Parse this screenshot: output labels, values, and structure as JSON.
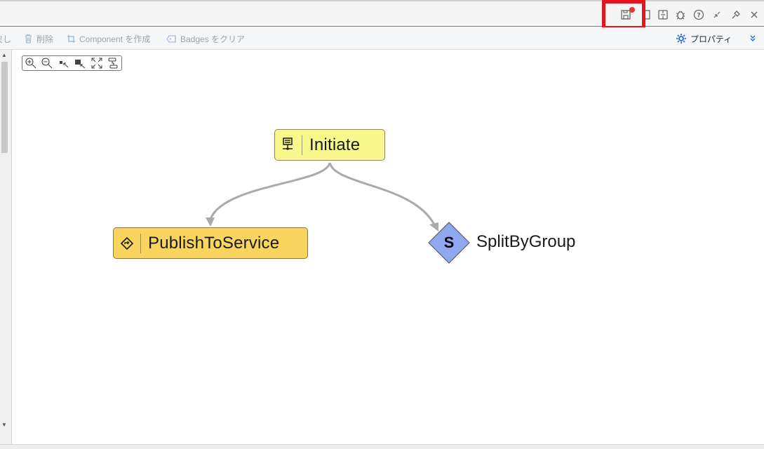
{
  "toolbar": {
    "partial_label": "戻し",
    "delete_label": "削除",
    "create_component_label": "Component を作成",
    "clear_badges_label": "Badges をクリア",
    "properties_label": "プロパティ"
  },
  "nodes": {
    "initiate": {
      "label": "Initiate",
      "color": "#f8f88c"
    },
    "publish": {
      "label": "PublishToService",
      "color": "#f9d45e"
    },
    "split": {
      "label": "SplitByGroup",
      "letter": "S",
      "color": "#90a8f0"
    }
  },
  "colors": {
    "highlight": "#e5161c",
    "accent": "#3a86e0",
    "edge": "#aaaaaa"
  },
  "icons": {
    "title_bar": [
      "save-icon",
      "window-icon",
      "puzzle-icon",
      "bug-icon",
      "help-icon",
      "minimize-icon",
      "pin-icon",
      "close-icon"
    ],
    "zoom": [
      "zoom-in-icon",
      "zoom-out-icon",
      "shrink-icon",
      "expand-icon",
      "fit-icon",
      "layout-icon"
    ]
  }
}
